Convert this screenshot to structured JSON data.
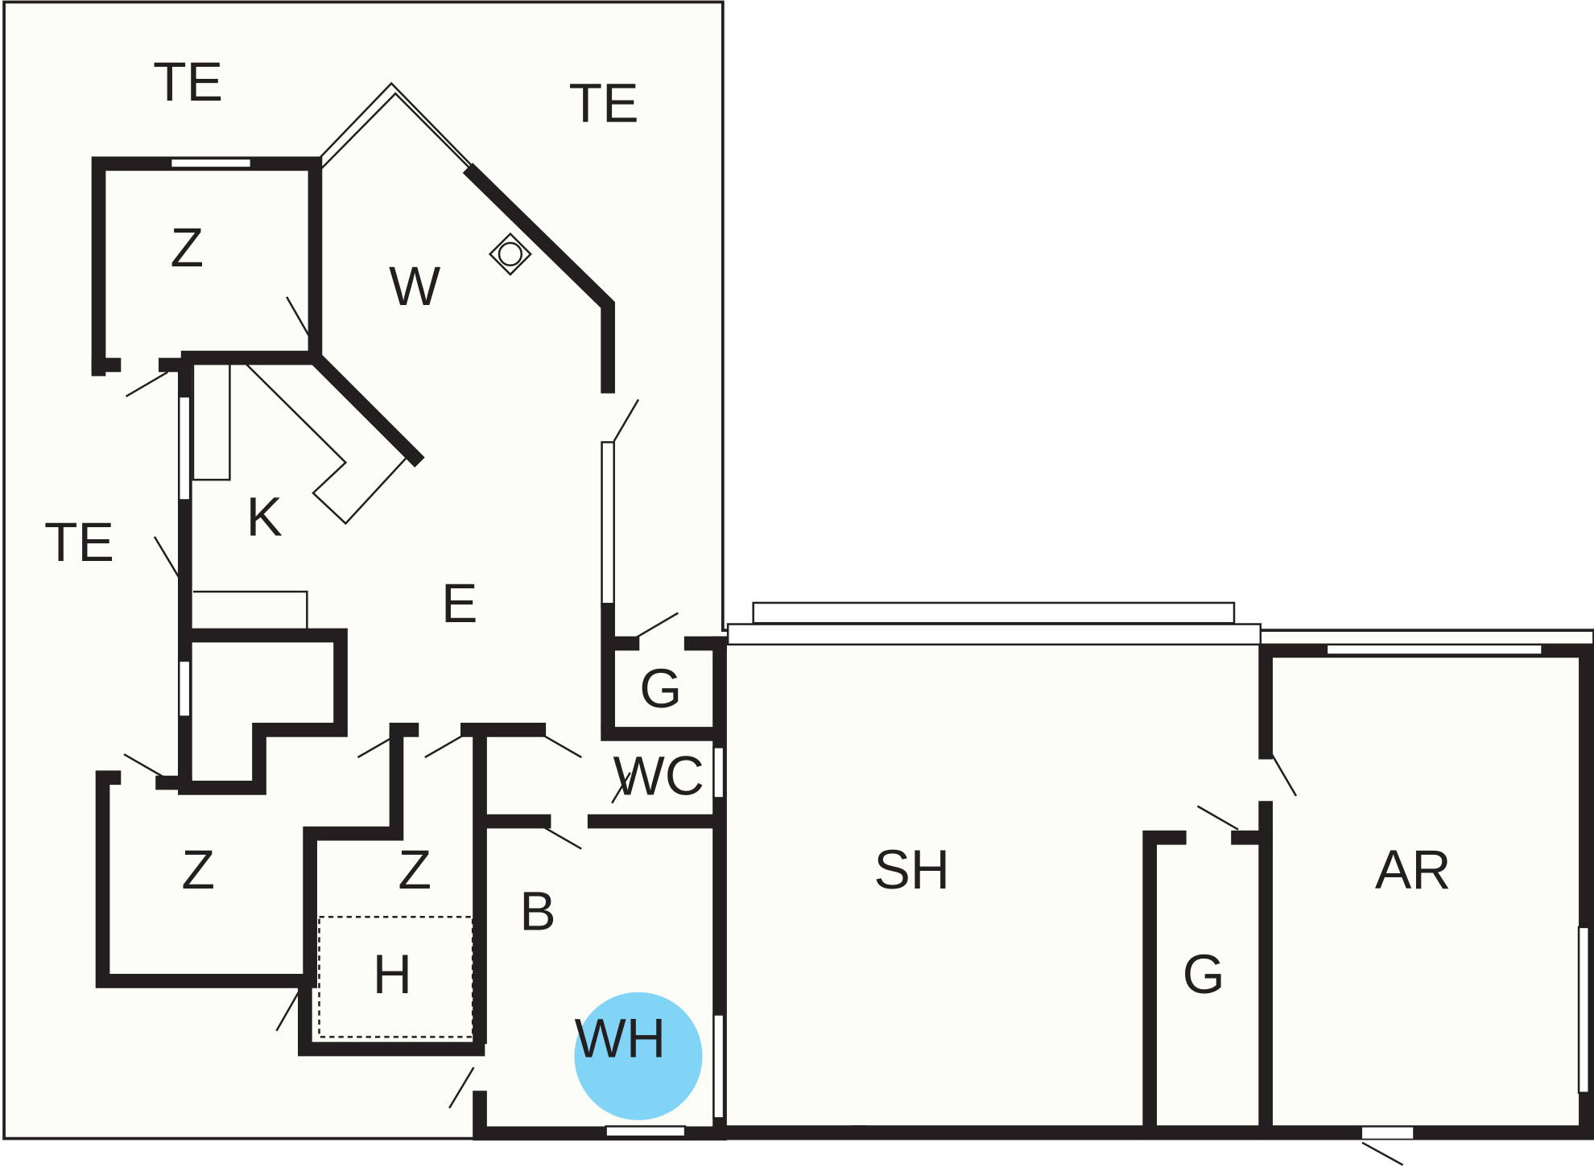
{
  "plan": {
    "colors": {
      "wall": "#231f20",
      "floor": "#fdfdf8",
      "water_heater": "#82d4f7"
    },
    "labels": {
      "terrace_1": "TE",
      "terrace_2": "TE",
      "terrace_3": "TE",
      "room_z_1": "Z",
      "room_w": "W",
      "room_k": "K",
      "room_e": "E",
      "room_g_1": "G",
      "room_wc": "WC",
      "room_z_2": "Z",
      "room_z_3": "Z",
      "room_h": "H",
      "room_b": "B",
      "room_wh": "WH",
      "room_sh": "SH",
      "room_g_2": "G",
      "room_ar": "AR"
    }
  }
}
